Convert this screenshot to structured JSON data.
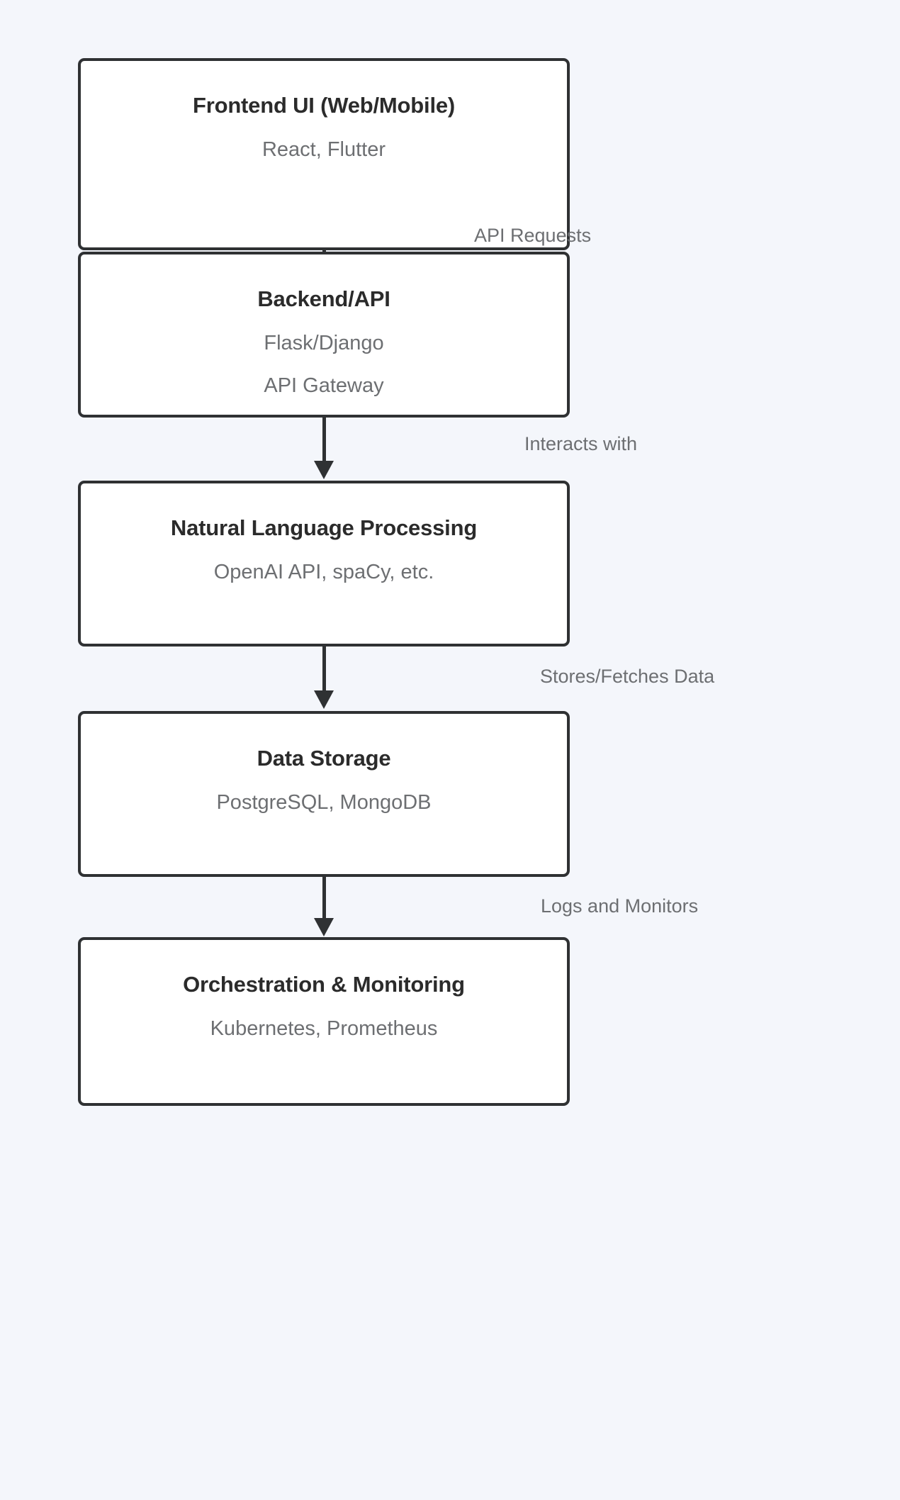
{
  "diagram": {
    "type": "flowchart",
    "direction": "top-to-bottom",
    "background_color": "#f4f6fb",
    "node_fill_color": "#ffffff",
    "node_border_color": "#2f3133",
    "title_color": "#2b2b2b",
    "subtitle_color": "#6d6f72",
    "edge_color": "#2f3133",
    "nodes": [
      {
        "id": "frontend",
        "title": "Frontend UI (Web/Mobile)",
        "subtitles": [
          "React, Flutter"
        ]
      },
      {
        "id": "backend",
        "title": "Backend/API",
        "subtitles": [
          "Flask/Django",
          "API Gateway"
        ]
      },
      {
        "id": "nlp",
        "title": "Natural Language Processing",
        "subtitles": [
          "OpenAI API, spaCy, etc."
        ]
      },
      {
        "id": "storage",
        "title": "Data Storage",
        "subtitles": [
          "PostgreSQL, MongoDB"
        ]
      },
      {
        "id": "orchestration",
        "title": "Orchestration & Monitoring",
        "subtitles": [
          "Kubernetes, Prometheus"
        ]
      }
    ],
    "edges": [
      {
        "from": "frontend",
        "to": "backend",
        "label": "API Requests"
      },
      {
        "from": "backend",
        "to": "nlp",
        "label": "Interacts with"
      },
      {
        "from": "nlp",
        "to": "storage",
        "label": "Stores/Fetches Data"
      },
      {
        "from": "storage",
        "to": "orchestration",
        "label": "Logs and Monitors"
      }
    ]
  }
}
